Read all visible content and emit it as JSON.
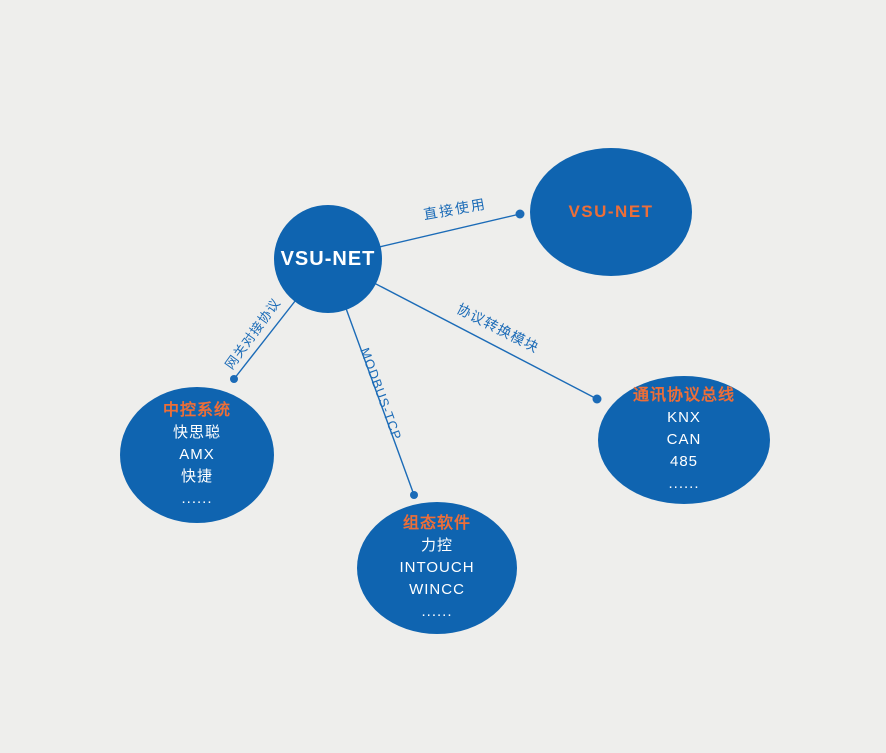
{
  "colors": {
    "background": "#eeeeec",
    "node_fill_blue": "#0f64b0",
    "accent_orange": "#ed6e38",
    "line_blue": "#1b6bb7",
    "node_text_white": "#ffffff"
  },
  "hub": {
    "label": "VSU-NET"
  },
  "nodes": [
    {
      "id": "vsu-net-direct",
      "title": "VSU-NET",
      "items": []
    },
    {
      "id": "central-control-system",
      "title": "中控系统",
      "items": [
        "快思聪",
        "AMX",
        "快捷",
        "......"
      ]
    },
    {
      "id": "scada-software",
      "title": "组态软件",
      "items": [
        "力控",
        "INTOUCH",
        "WINCC",
        "......"
      ]
    },
    {
      "id": "protocol-bus",
      "title": "通讯协议总线",
      "items": [
        "KNX",
        "CAN",
        "485",
        "......"
      ]
    }
  ],
  "edges": [
    {
      "from": "VSU-NET",
      "to": "vsu-net-direct",
      "label": "直接使用"
    },
    {
      "from": "VSU-NET",
      "to": "central-control-system",
      "label": "网关对接协议"
    },
    {
      "from": "VSU-NET",
      "to": "scada-software",
      "label": "MODBUS-TCP"
    },
    {
      "from": "VSU-NET",
      "to": "protocol-bus",
      "label": "协议转换模块"
    }
  ]
}
